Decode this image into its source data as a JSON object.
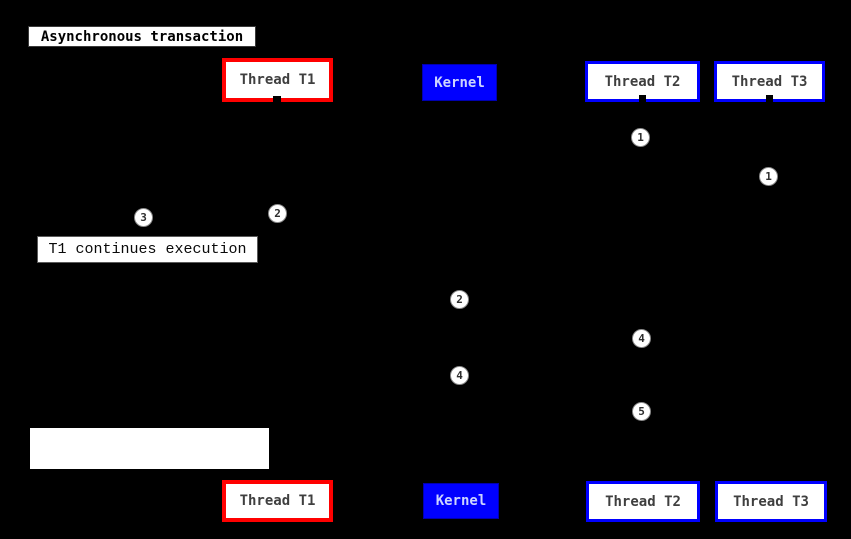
{
  "title": {
    "label": "Asynchronous transaction"
  },
  "participants": {
    "top": [
      {
        "id": "thread-t1",
        "label": "Thread T1",
        "style": "red-border"
      },
      {
        "id": "kernel",
        "label": "Kernel",
        "style": "blue-fill"
      },
      {
        "id": "thread-t2",
        "label": "Thread T2",
        "style": "blue-border"
      },
      {
        "id": "thread-t3",
        "label": "Thread T3",
        "style": "blue-border"
      }
    ],
    "bottom": [
      {
        "id": "thread-t1",
        "label": "Thread T1",
        "style": "red-border"
      },
      {
        "id": "kernel",
        "label": "Kernel",
        "style": "blue-fill"
      },
      {
        "id": "thread-t2",
        "label": "Thread T2",
        "style": "blue-border"
      },
      {
        "id": "thread-t3",
        "label": "Thread T3",
        "style": "blue-border"
      }
    ]
  },
  "notes": [
    {
      "id": "t1-continues-note",
      "label": "T1 continues execution"
    },
    {
      "id": "blank-note",
      "label": ""
    }
  ],
  "step_badges": [
    {
      "label": "1",
      "lifeline": "thread-t2"
    },
    {
      "label": "1",
      "lifeline": "thread-t3"
    },
    {
      "label": "2",
      "lifeline": "thread-t1"
    },
    {
      "label": "3",
      "lifeline": "t1-continues-note"
    },
    {
      "label": "2",
      "lifeline": "kernel"
    },
    {
      "label": "4",
      "lifeline": "thread-t2"
    },
    {
      "label": "4",
      "lifeline": "kernel"
    },
    {
      "label": "5",
      "lifeline": "thread-t2"
    }
  ],
  "colors": {
    "background": "#000000",
    "thread_t1_border": "#ff0000",
    "thread_border": "#0000ff",
    "kernel_fill": "#0000ff",
    "kernel_text": "#ccd4ff",
    "participant_text": "#3f3f3f",
    "note_fill": "#ffffff",
    "badge_fill": "#ffffff"
  }
}
